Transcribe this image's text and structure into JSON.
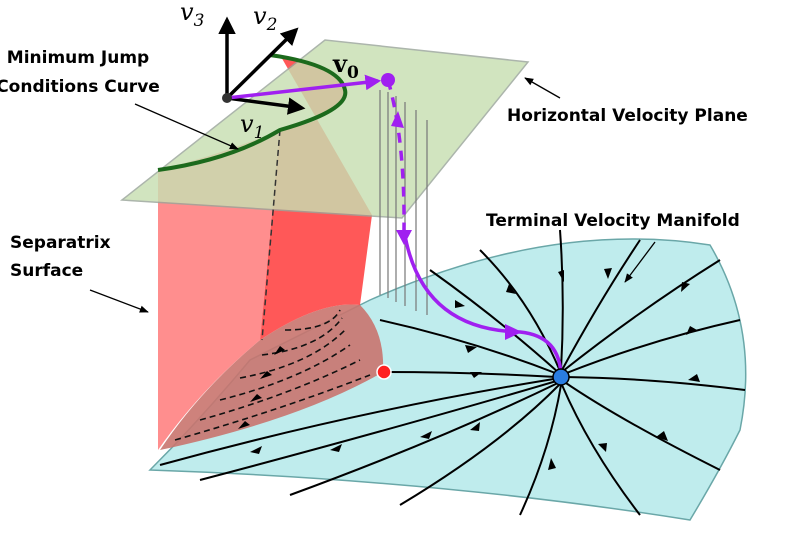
{
  "labels": {
    "min_jump": [
      "Minimum Jump",
      "Conditions Curve"
    ],
    "horizontal_plane": "Horizontal Velocity Plane",
    "terminal_manifold": "Terminal Velocity Manifold",
    "separatrix": [
      "Separatrix",
      "Surface"
    ]
  },
  "math": {
    "v1": {
      "base": "v",
      "sub": "1"
    },
    "v2": {
      "base": "v",
      "sub": "2"
    },
    "v3": {
      "base": "v",
      "sub": "3"
    },
    "v0": {
      "base": "v",
      "sub": "0"
    }
  },
  "colors": {
    "plane_fill": "#c8dfb2",
    "plane_edge": "#9aa69a",
    "manifold_fill": "#bfeced",
    "manifold_edge": "#6aa7a8",
    "separatrix_fill": "#ff6b6b",
    "separatrix_region": "#c9746e",
    "curve_green": "#1c6a1c",
    "trajectory_purple": "#a020f0",
    "saddle_red": "#ff2020",
    "node_blue": "#2a7de1"
  },
  "icons": [
    "axis-arrows",
    "flow-arrowheads",
    "pointer-arrows"
  ]
}
